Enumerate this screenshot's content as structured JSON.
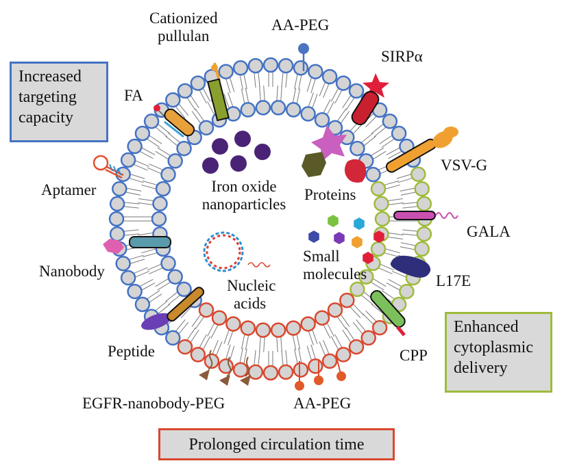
{
  "colors": {
    "blue_lipid": "#4472c4",
    "green_lipid": "#9dbb3a",
    "red_lipid": "#d9472e",
    "lipid_fill": "#d4d4d4",
    "tail": "#777777"
  },
  "boxes": {
    "targeting": [
      "Increased",
      "targeting",
      "capacity"
    ],
    "cytoplasmic": [
      "Enhanced",
      "cytoplasmic",
      "delivery"
    ],
    "circulation": "Prolonged circulation time"
  },
  "surface_labels": {
    "cationized_pullulan": [
      "Cationized",
      "pullulan"
    ],
    "aa_peg_top": "AA-PEG",
    "sirpa": "SIRPα",
    "fa": "FA",
    "aptamer": "Aptamer",
    "nanobody": "Nanobody",
    "peptide": "Peptide",
    "egfr": "EGFR-nanobody-PEG",
    "aa_peg_bottom": "AA-PEG",
    "vsvg": "VSV-G",
    "gala": "GALA",
    "l17e": "L17E",
    "cpp": "CPP"
  },
  "cargo_labels": {
    "iron_oxide": [
      "Iron oxide",
      "nanoparticles"
    ],
    "proteins": "Proteins",
    "small_molecules": [
      "Small",
      "molecules"
    ],
    "nucleic_acids": [
      "Nucleic",
      "acids"
    ]
  },
  "icons": [
    "lipid-bilayer-icon",
    "iron-oxide-nanoparticle-icon",
    "protein-icon",
    "small-molecule-hexagon-icon",
    "nucleic-acid-icon"
  ]
}
